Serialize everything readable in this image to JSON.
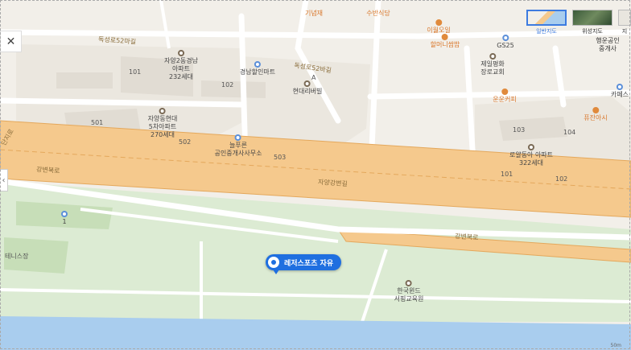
{
  "colors": {
    "land": "#f2efe9",
    "block": "#ebe7df",
    "building": "#e1dcd3",
    "road": "#ffffff",
    "expressway": "#f5c98d",
    "expressway_edge": "#e4a85c",
    "park": "#dcebd3",
    "field": "#c7deb8",
    "river": "#a9cdee",
    "marker": "#1f6fe0",
    "active_tab": "#3d7be0"
  },
  "controls": {
    "close": "✕",
    "side_handle": "‹"
  },
  "map_types": [
    {
      "label": "일반지도",
      "active": true
    },
    {
      "label": "위성지도",
      "active": false
    },
    {
      "label": "지",
      "active": false
    }
  ],
  "labels": {
    "top_poi_1": "기념재",
    "top_poi_2": "수반식당",
    "street_1": "독성로52마길",
    "street_2": "독성로52바길",
    "apt_1_name": "자양2동경남",
    "apt_1_sub": "아파트",
    "apt_1_units": "232세대",
    "apt_2_name": "자양동현대",
    "apt_2_sub": "5차아파트",
    "apt_2_units": "270세대",
    "bldg_101a": "101",
    "bldg_102": "102",
    "bldg_501": "501",
    "bldg_502": "502",
    "bldg_503": "503",
    "hyundai_villa": "현대리버빌",
    "gyeongnam_apt": "경남할인마트",
    "label_a": "A",
    "realtor": "공인중개사사무소",
    "realtor_prefix": "늘푸른",
    "cafe_1": "이월오일",
    "cafe_2": "할머니쌈밥",
    "gs25": "GS25",
    "church_1": "제일평화",
    "church_2": "장로교회",
    "coffee": "운운커피",
    "right_top_1": "행운공인",
    "right_top_2": "중개사",
    "right_cafe": "카페스",
    "future_cafe": "퓨잔아시",
    "apt_3_name": "로얄동아 아파트",
    "apt_3_units": "322세대",
    "bldg_103": "103",
    "bldg_104": "104",
    "bldg_101b": "101",
    "bldg_102b": "102",
    "riverside_road": "자양강변길",
    "expressway_1": "강변북로",
    "expressway_2": "강변북로",
    "danji_road": "단지로",
    "tennis": "테니스장",
    "park_poi": "1",
    "education_1": "한국윈드",
    "education_2": "서핑교육원",
    "scale": "50m"
  },
  "marker": {
    "label": "레저스포츠 자유"
  }
}
